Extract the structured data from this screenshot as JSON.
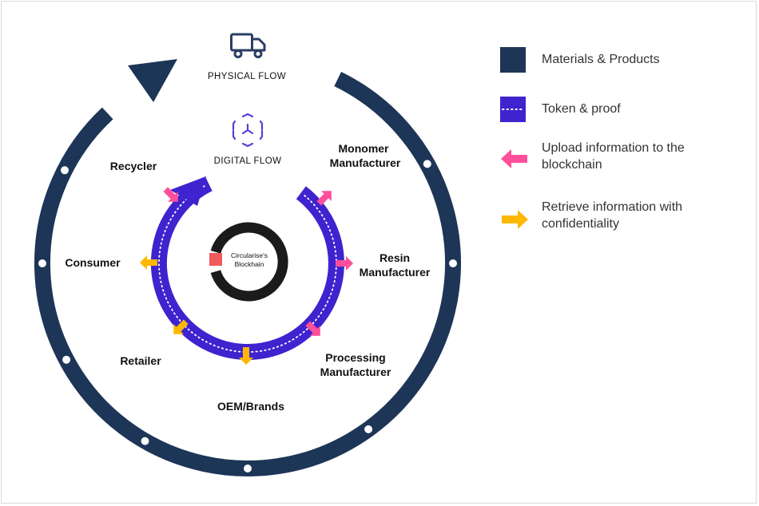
{
  "colors": {
    "physical_ring": "#1d3557",
    "digital_ring": "#3f23cf",
    "upload_arrow": "#ff4f9a",
    "retrieve_arrow": "#ffb800",
    "core_ring": "#1b1b1b",
    "core_square": "#ef5c5c",
    "flow_icon": "#2b3d66",
    "digital_icon": "#5b3fd6"
  },
  "icons": {
    "physical_flow": "truck-icon",
    "digital_flow": "network-cube-icon",
    "upload": "arrow-left-icon",
    "retrieve": "arrow-right-icon"
  },
  "flows": {
    "physical": "PHYSICAL FLOW",
    "digital": "DIGITAL FLOW"
  },
  "core": {
    "line1": "Circularise's",
    "line2": "Blockhain"
  },
  "stages": {
    "monomer_1": "Monomer",
    "monomer_2": "Manufacturer",
    "resin_1": "Resin",
    "resin_2": "Manufacturer",
    "processing_1": "Processing",
    "processing_2": "Manufacturer",
    "oem": "OEM/Brands",
    "retailer": "Retailer",
    "consumer": "Consumer",
    "recycler": "Recycler"
  },
  "legend": {
    "materials": "Materials & Products",
    "token": "Token & proof",
    "upload_1": "Upload information to the",
    "upload_2": "blockchain",
    "retrieve_1": "Retrieve information with",
    "retrieve_2": "confidentiality"
  }
}
